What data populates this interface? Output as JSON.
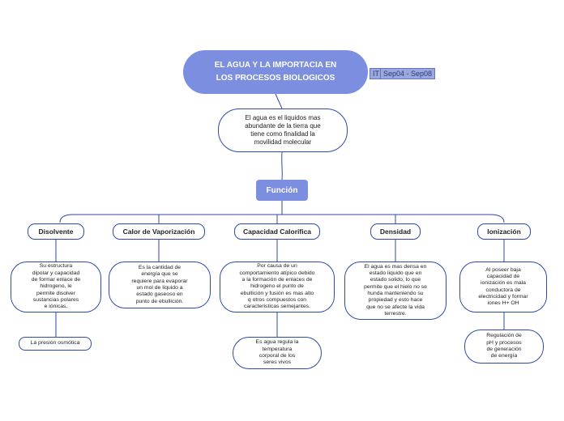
{
  "diagram": {
    "title": "EL AGUA  Y LA IMPORTACIA EN\nLOS PROCESOS BIOLOGICOS",
    "badge": {
      "tag": "IT",
      "dates": "Sep04 - Sep08"
    },
    "description": "El agua es el liquidos mas\nabundante de la tierra que\ntiene como finalidad la\nmovilidad molecular",
    "function_label": "Función",
    "categories": [
      {
        "label": "Disolvente",
        "detail": "Su estructura\ndipolar y capacidad\nde formar enlace de\nhidrogeno, le\npermite disolver\nsustancias polares\ne iónicas.",
        "extra": "La presión osmótica"
      },
      {
        "label": "Calor de Vaporización",
        "detail": "Es la cantidad de\nenergía que se\nrequiere para evaporar\nun mol de liquido a\nestado gaseoso en\npunto de ebullición.",
        "extra": ""
      },
      {
        "label": "Capacidad Calorífica",
        "detail": "Por causa de un\ncomportamiento atípico debido\na la formación de enlaces de\nhidrogeno el punto de\nebullición y fusión es mas alto\nq otros compuestos con\ncaracteristicas semejantes.",
        "extra": "Es agua regula la\ntemperatura\ncorporal de los\nseres vivos"
      },
      {
        "label": "Densidad",
        "detail": "El agua es mas densa en\nestado liquido que en\nestado solido, lo que\npermite que el hielo no se\nhunda manteniendo su\npropiedad y esto hace\nque no se afecte la vida\nterrestre.",
        "extra": ""
      },
      {
        "label": "Ionización",
        "detail": "Al poseer baja\ncapacidad de\nionización es mala\nconductora de\nelectricidad y formar\niones H+ OH",
        "extra": "Regulación de\npH y procesos\nde generación\nde energía"
      }
    ]
  }
}
